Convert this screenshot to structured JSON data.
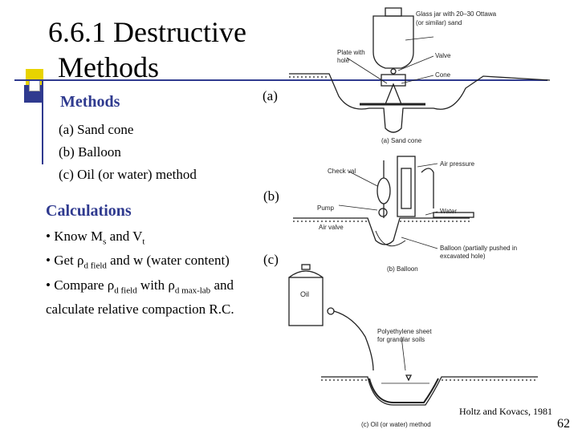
{
  "slide": {
    "title_line1": "6.6.1 Destructive",
    "title_line2": "Methods",
    "methods_heading": "Methods",
    "methods_list": [
      "(a) Sand cone",
      "(b) Balloon",
      "(c) Oil (or water) method"
    ],
    "calc_heading": "Calculations",
    "label_a": "(a)",
    "label_b": "(b)",
    "label_c": "(c)",
    "bullet1": {
      "prefix": "• Know M",
      "sub1": "s",
      "mid": " and V",
      "sub2": "t"
    },
    "bullet2": {
      "prefix": "• Get ",
      "rho": "ρ",
      "sub": "d field",
      "suffix": " and w (water content)"
    },
    "bullet3": {
      "prefix": "• Compare ",
      "rho1": "ρ",
      "sub1": "d field",
      "mid": " with ",
      "rho2": "ρ",
      "sub2": "d max-lab",
      "suffix": "  and"
    },
    "bullet3_line2": "calculate relative compaction R.C.",
    "citation": "Holtz and Kovacs, 1981",
    "page_number": "62"
  },
  "figure": {
    "a_glass_jar": "Glass jar with 20–30 Ottawa",
    "a_glass_jar2": "(or similar) sand",
    "a_plate1": "Plate with",
    "a_plate2": "hole",
    "a_valve": "Valve",
    "a_cone": "Cone",
    "a_caption": "(a)  Sand cone",
    "b_check": "Check val",
    "b_air": "Air pressure",
    "b_pump": "Pump",
    "b_water": "Water",
    "b_airvalve": "Air valve",
    "b_balloon1": "Balloon (partially pushed in",
    "b_balloon2": "excavated hole)",
    "b_caption": "(b)  Balloon",
    "c_oil": "Oil",
    "c_poly1": "Polyethylene sheet",
    "c_poly2": "for granular soils",
    "c_caption": "(c)  Oil (or water) method"
  },
  "colors": {
    "accent": "#2f3a8f",
    "logo_yellow": "#e8d300"
  }
}
